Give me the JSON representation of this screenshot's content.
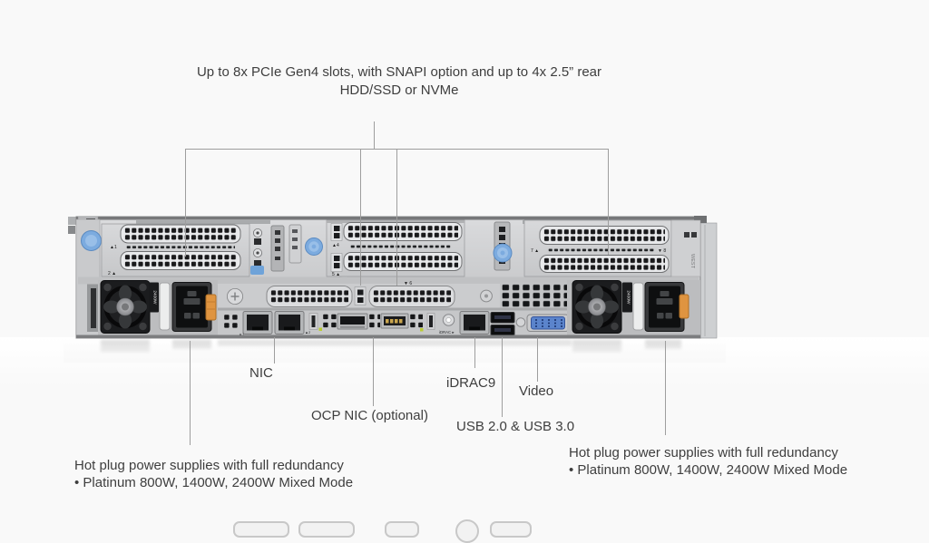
{
  "page": {
    "background": "#f9f9f9"
  },
  "top_callout": {
    "line1": "Up to 8x PCIe Gen4 slots, with SNAPI option and up to 4x 2.5” rear",
    "line2": "HDD/SSD or NVMe"
  },
  "labels": {
    "nic": "NIC",
    "ocp_nic": "OCP NIC (optional)",
    "idrac": "iDRAC9",
    "usb": "USB 2.0 & USB 3.0",
    "video": "Video"
  },
  "psu_left": {
    "line1": "Hot plug power supplies with full redundancy",
    "line2": "• Platinum 800W, 1400W, 2400W Mixed Mode"
  },
  "psu_right": {
    "line1": "Hot plug power supplies with full redundancy",
    "line2": "• Platinum 800W, 1400W, 2400W Mixed Mode"
  },
  "server": {
    "slot_labels": {
      "s1": "▲1",
      "s2": "2 ▲",
      "s4": "▲4",
      "s5": "5 ▲",
      "s6": "▼ 6",
      "s7": "7 ▲",
      "s8": "▼ 8"
    },
    "port_labels": {
      "nic1": "▲1",
      "nic2": "▲2",
      "idrac": "iDRAC ▸"
    },
    "psu_wattage": "2400W",
    "side_tag": "WEST",
    "colors": {
      "thumbscrew_blue": "#7cabdf",
      "psu_clip_orange": "#df9440",
      "vga_blue": "#5b84cc",
      "leader_line": "#9e9e9e",
      "text": "#3e3e3e"
    }
  },
  "carousel": {
    "visible_partial_controls": 5
  }
}
